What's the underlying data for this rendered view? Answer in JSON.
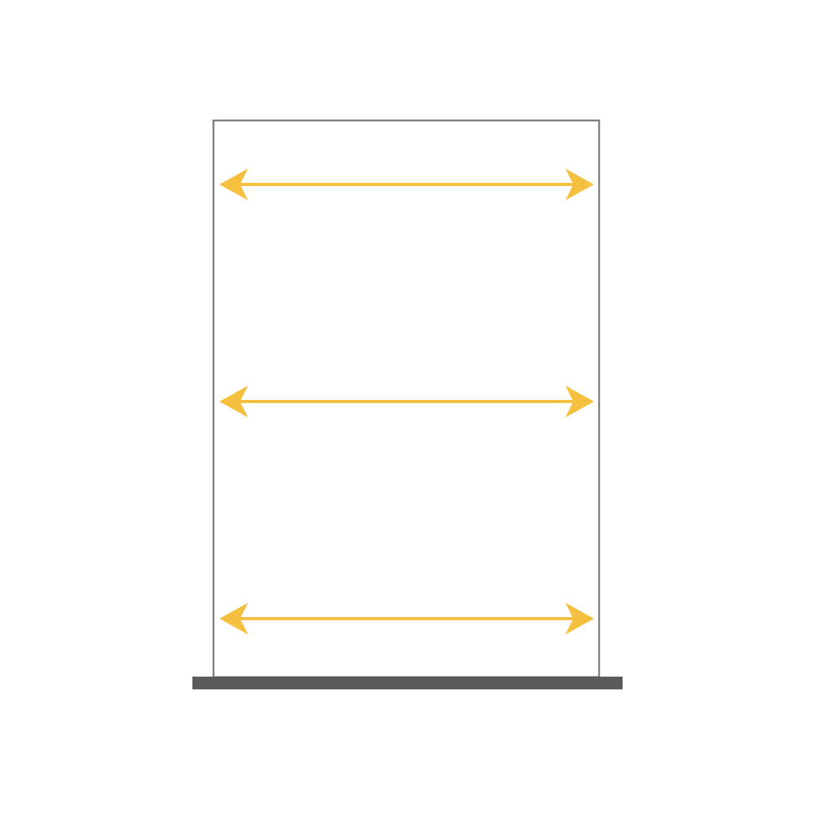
{
  "diagram": {
    "frame_color": "#6b6b6b",
    "base_color": "#5a5c5b",
    "arrow_color": "#f5bf3f",
    "arrows": [
      {
        "name": "top",
        "direction": "left-right"
      },
      {
        "name": "middle",
        "direction": "left-right"
      },
      {
        "name": "bottom",
        "direction": "left-right"
      }
    ]
  }
}
